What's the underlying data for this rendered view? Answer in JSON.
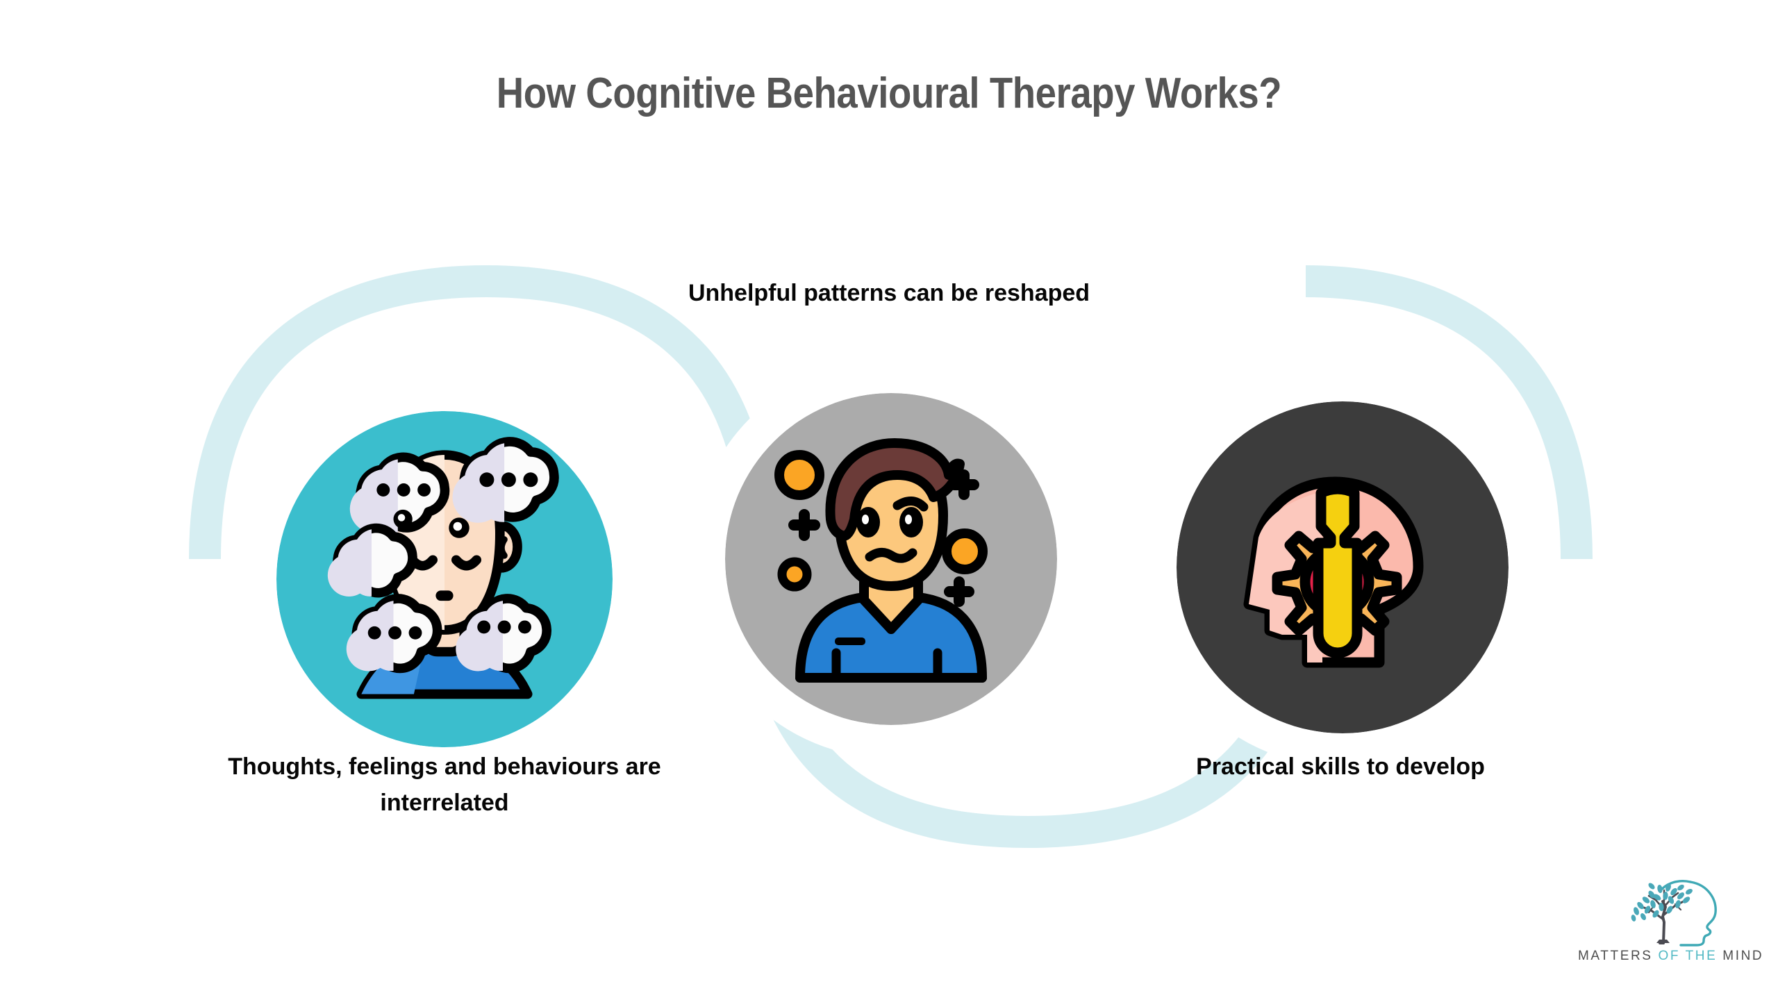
{
  "page": {
    "title": "How Cognitive Behavioural Therapy Works?",
    "background_color": "#ffffff",
    "title_color": "#555555"
  },
  "swoosh": {
    "name": "s-curve-connector",
    "color": "#d6eef2",
    "stroke_width": 46
  },
  "steps": [
    {
      "id": "thoughts",
      "caption": "Thoughts, feelings and behaviours are interrelated",
      "caption_position": "below",
      "circle_color": "#3bbecd",
      "icon_name": "head-with-thought-bubbles-icon"
    },
    {
      "id": "patterns",
      "caption": "Unhelpful patterns can be reshaped",
      "caption_position": "above",
      "circle_color": "#ababab",
      "icon_name": "frustrated-person-icon"
    },
    {
      "id": "skills",
      "caption": "Practical skills to develop",
      "caption_position": "below",
      "circle_color": "#3c3c3c",
      "icon_name": "head-with-gear-and-wrench-icon"
    }
  ],
  "logo": {
    "name": "matters-of-the-mind-logo",
    "mark_name": "tree-in-head-profile-icon",
    "word_1": "MATTERS",
    "word_2": "OF THE",
    "word_3": "MIND",
    "teal": "#52b9c4",
    "dark": "#4d4d4d"
  },
  "palette": {
    "teal_circle": "#3bbecd",
    "gray_circle": "#ababab",
    "dark_circle": "#3c3c3c",
    "pale_blue_curve": "#d6eef2",
    "skin": "#fbddc5",
    "skin_warm": "#fcc87d",
    "shirt_blue": "#2580d3",
    "hair_brown": "#6b3b38",
    "orange": "#fba524",
    "yellow": "#f5d010",
    "gear_orange": "#f9b558",
    "crimson": "#e6224a",
    "pink_head": "#fbb9ac",
    "bubble_white": "#fbfbfb",
    "bubble_shadow": "#dcd8e8",
    "outline": "#000000"
  }
}
